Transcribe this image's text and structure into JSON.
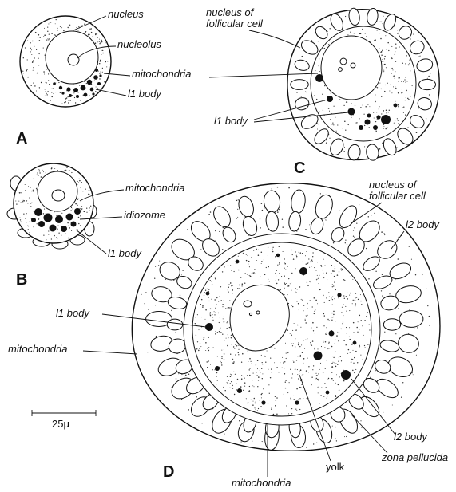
{
  "panels": {
    "a": {
      "letter": "A"
    },
    "b": {
      "letter": "B"
    },
    "c": {
      "letter": "C"
    },
    "d": {
      "letter": "D"
    }
  },
  "labels": {
    "a_nucleus": "nucleus",
    "a_nucleolus": "nucleolus",
    "a_mitochondria": "mitochondria",
    "a_l1_body": "l1 body",
    "c_nucleus_follicular_line1": "nucleus of",
    "c_nucleus_follicular_line2": "follicular cell",
    "c_l1_body": "l1 body",
    "b_mitochondria": "mitochondria",
    "b_idiozome": "idiozome",
    "b_l1_body": "l1 body",
    "d_nucleus_follicular_line1": "nucleus of",
    "d_nucleus_follicular_line2": "follicular cell",
    "d_l2_body_top": "l2 body",
    "d_l1_body": "l1 body",
    "d_mitochondria_left": "mitochondria",
    "d_l2_body_bottom": "l2 body",
    "d_zona_pellucida": "zona pellucida",
    "d_yolk": "yolk",
    "d_mitochondria_bottom": "mitochondria"
  },
  "scale_bar": {
    "label": "25μ"
  },
  "colors": {
    "ink": "#111111",
    "paper": "#ffffff"
  }
}
